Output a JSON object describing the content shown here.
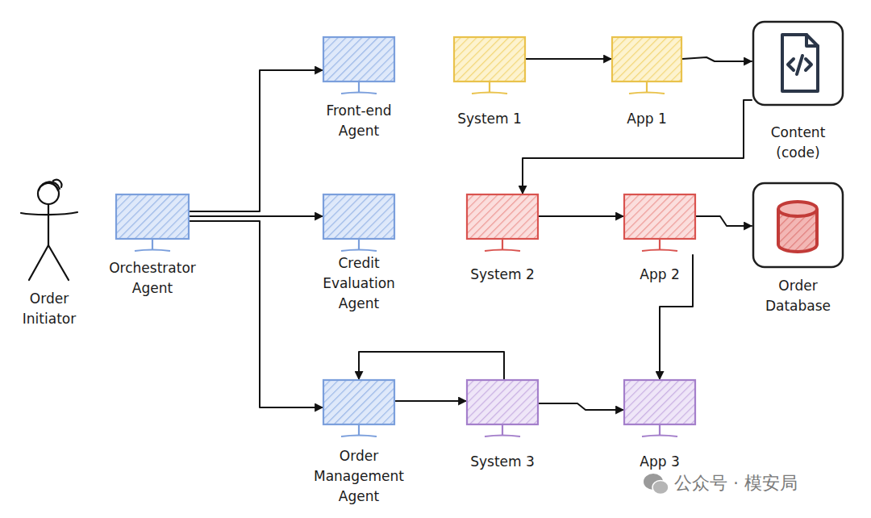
{
  "diagram": {
    "nodes": [
      {
        "text": [
          "Order Initiator"
        ]
      },
      {
        "text": [
          "Orchestrator Agent"
        ]
      },
      {
        "text": [
          "Front-end Agent"
        ]
      },
      {
        "text": [
          "System 1"
        ]
      },
      {
        "text": [
          "App 1"
        ]
      },
      {
        "text": [
          "Content (code)"
        ]
      },
      {
        "text": [
          "Credit Evaluation Agent"
        ]
      },
      {
        "text": [
          "System 2"
        ]
      },
      {
        "text": [
          "App 2"
        ]
      },
      {
        "text": [
          "Order Database"
        ]
      },
      {
        "text": [
          "Order Management Agent"
        ]
      },
      {
        "text": [
          "System 3"
        ]
      },
      {
        "text": [
          "App 3"
        ]
      }
    ],
    "edges": [
      {
        "from": 1,
        "to": 2,
        "arrow": "to"
      },
      {
        "from": 1,
        "to": 6,
        "arrow": "to"
      },
      {
        "from": 1,
        "to": 10,
        "arrow": "to"
      },
      {
        "from": 3,
        "to": 4,
        "arrow": "to"
      },
      {
        "from": 4,
        "to": 5,
        "arrow": "to"
      },
      {
        "from": 5,
        "to": 7,
        "arrow": "to"
      },
      {
        "from": 7,
        "to": 8,
        "arrow": "to"
      },
      {
        "from": 8,
        "to": 9,
        "arrow": "to"
      },
      {
        "from": 8,
        "to": 12,
        "arrow": "to"
      },
      {
        "from": 10,
        "to": 11,
        "arrow": "to"
      },
      {
        "from": 11,
        "to": 10,
        "arrow": "to"
      },
      {
        "from": 11,
        "to": 12,
        "arrow": "to"
      }
    ],
    "labels": [
      "公众号 · 模安局"
    ]
  }
}
